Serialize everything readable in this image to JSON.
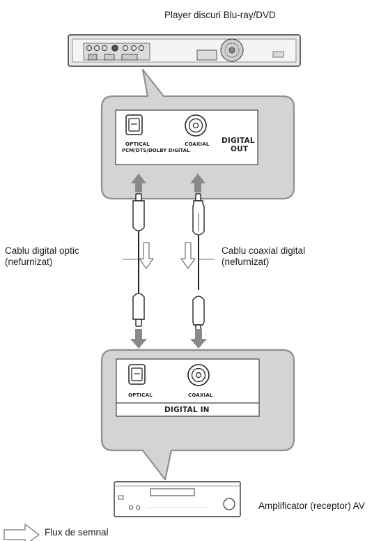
{
  "device_player": {
    "title": "Player discuri Blu-ray/DVD"
  },
  "panel_out": {
    "optical_label": "OPTICAL",
    "coaxial_label": "COAXIAL",
    "format_label": "PCM/DTS/DOLBY DIGITAL",
    "section_label_line1": "DIGITAL",
    "section_label_line2": "OUT"
  },
  "cable_optical": {
    "label_line1": "Cablu digital optic",
    "label_line2": "(nefurnizat)"
  },
  "cable_coaxial": {
    "label_line1": "Cablu coaxial digital",
    "label_line2": "(nefurnizat)"
  },
  "panel_in": {
    "optical_label": "OPTICAL",
    "coaxial_label": "COAXIAL",
    "section_label": "DIGITAL IN"
  },
  "device_amp": {
    "title": "Amplificator (receptor) AV"
  },
  "legend": {
    "signal_flow_label": "Flux de semnal"
  },
  "colors": {
    "callout_fill": "#d4d4d4",
    "callout_stroke": "#8f8f8f",
    "arrow": "#8a8a8a",
    "outline": "#3a3a3a"
  }
}
